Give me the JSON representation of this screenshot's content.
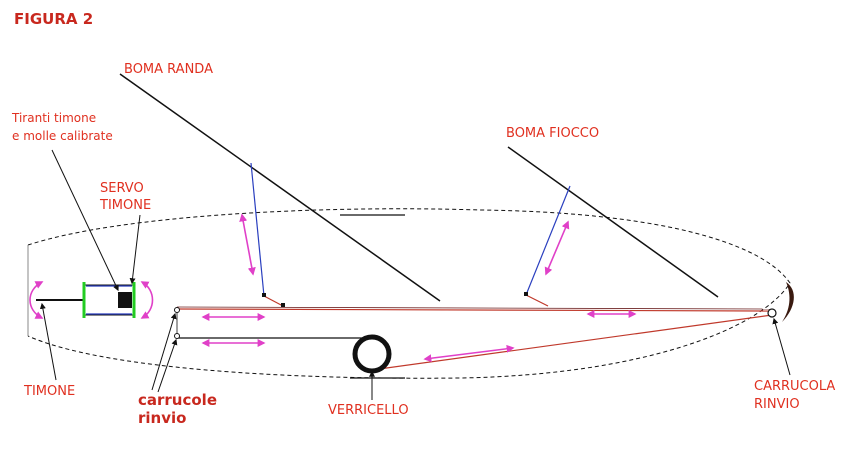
{
  "figure_title": "FIGURA 2",
  "labels": {
    "boma_randa": "BOMA RANDA",
    "boma_fiocco": "BOMA FIOCCO",
    "tiranti_line1": "Tiranti timone",
    "tiranti_line2": "e molle calibrate",
    "servo_line1": "SERVO",
    "servo_line2": "TIMONE",
    "timone": "TIMONE",
    "carrucole_line1": "carrucole",
    "carrucole_line2": "rinvio",
    "verricello": "VERRICELLO",
    "carrucola_line1": "CARRUCOLA",
    "carrucola_line2": "RINVIO"
  },
  "colors": {
    "text": "#e03020",
    "sheet_line": "#c0392b",
    "control_line": "#2a3fbf",
    "arrow": "#e040c8",
    "servo": "#22cc22"
  }
}
